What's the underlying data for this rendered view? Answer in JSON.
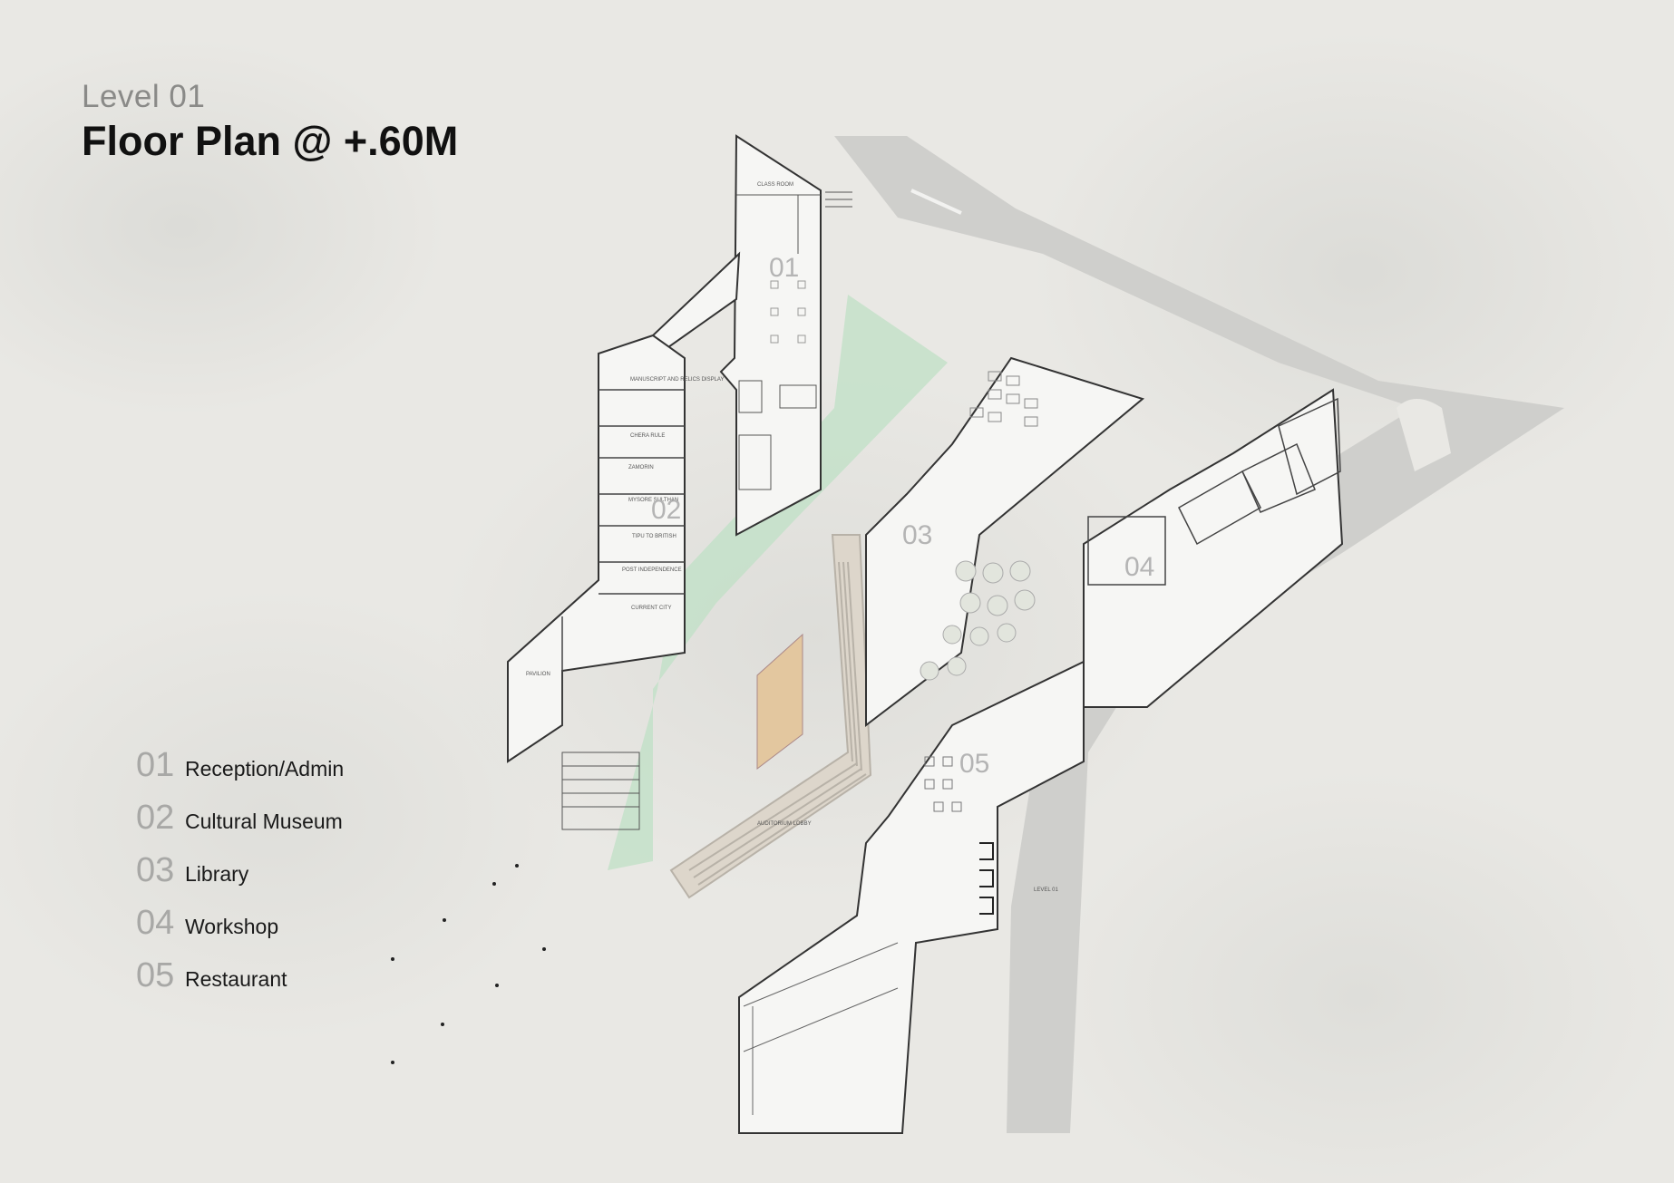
{
  "title": {
    "level": "Level 01",
    "plan": "Floor Plan @ +.60M"
  },
  "legend": [
    {
      "num": "01",
      "label": "Reception/Admin"
    },
    {
      "num": "02",
      "label": "Cultural Museum"
    },
    {
      "num": "03",
      "label": "Library"
    },
    {
      "num": "04",
      "label": "Workshop"
    },
    {
      "num": "05",
      "label": "Restaurant"
    }
  ],
  "zone_labels": [
    "01",
    "02",
    "03",
    "04",
    "05"
  ],
  "plan_labels": {
    "pavilion": "PAVILION",
    "manuscript": "MANUSCRIPT AND RELICS DISPLAY",
    "chera": "CHERA RULE",
    "zamorin": "ZAMORIN",
    "mysore": "MYSORE SULTHAN",
    "tipu": "TIPU TO BRITISH",
    "post": "POST INDEPENDENCE",
    "current": "CURRENT CITY",
    "auditorium": "AUDITORIUM LOBBY",
    "level_marker": "LEVEL 01"
  },
  "colors": {
    "background": "#e9e8e4",
    "road": "#cfcfcc",
    "green": "#bfe0c6",
    "court": "#e3c79f",
    "building": "#f6f6f4",
    "wall": "#333333"
  }
}
